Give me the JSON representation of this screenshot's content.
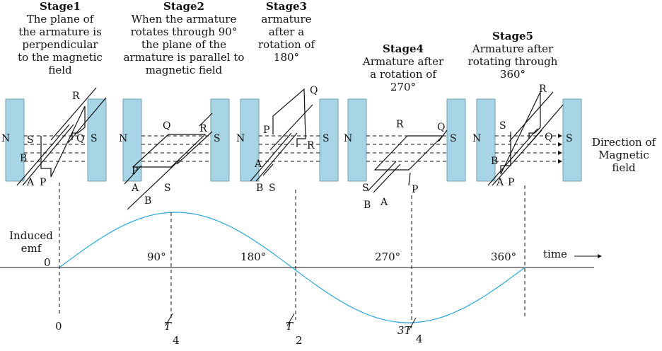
{
  "stages": [
    {
      "title": "Stage1",
      "text": "The plane of\nthe armature is\nperpendicular\nto the magnetic\nfield"
    },
    {
      "title": "Stage2",
      "text": "When the armature\nrotates through 90°\nthe plane of the\narmature is parallel to\nmagnetic field"
    },
    {
      "title": "Stage3",
      "text": "armature\nafter a\nrotation of\n180°"
    },
    {
      "title": "Stage4",
      "text": "Armature after\na rotation of\n270°"
    },
    {
      "title": "Stage5",
      "text": "Armature after\nrotating through\n360°"
    }
  ],
  "poles": {
    "north": "N",
    "south": "S"
  },
  "coil_labels": {
    "a": "A",
    "b": "B",
    "p": "P",
    "q": "Q",
    "r": "R",
    "s": "S"
  },
  "field_label": "Direction of\nMagnetic\nfield",
  "graph": {
    "ylabel": "Induced\nemf",
    "origin": "0",
    "xlabel": "time",
    "angles": [
      "90°",
      "180°",
      "270°",
      "360°"
    ],
    "time_marks": [
      {
        "num": "0",
        "den": ""
      },
      {
        "num": "T",
        "den": "4"
      },
      {
        "num": "T",
        "den": "2"
      },
      {
        "num": "3T",
        "den": "4"
      }
    ],
    "curve_color": "#2aa7d8"
  },
  "colors": {
    "magnet": "#a7d5e6",
    "magnet_border": "#5f8fa3"
  }
}
